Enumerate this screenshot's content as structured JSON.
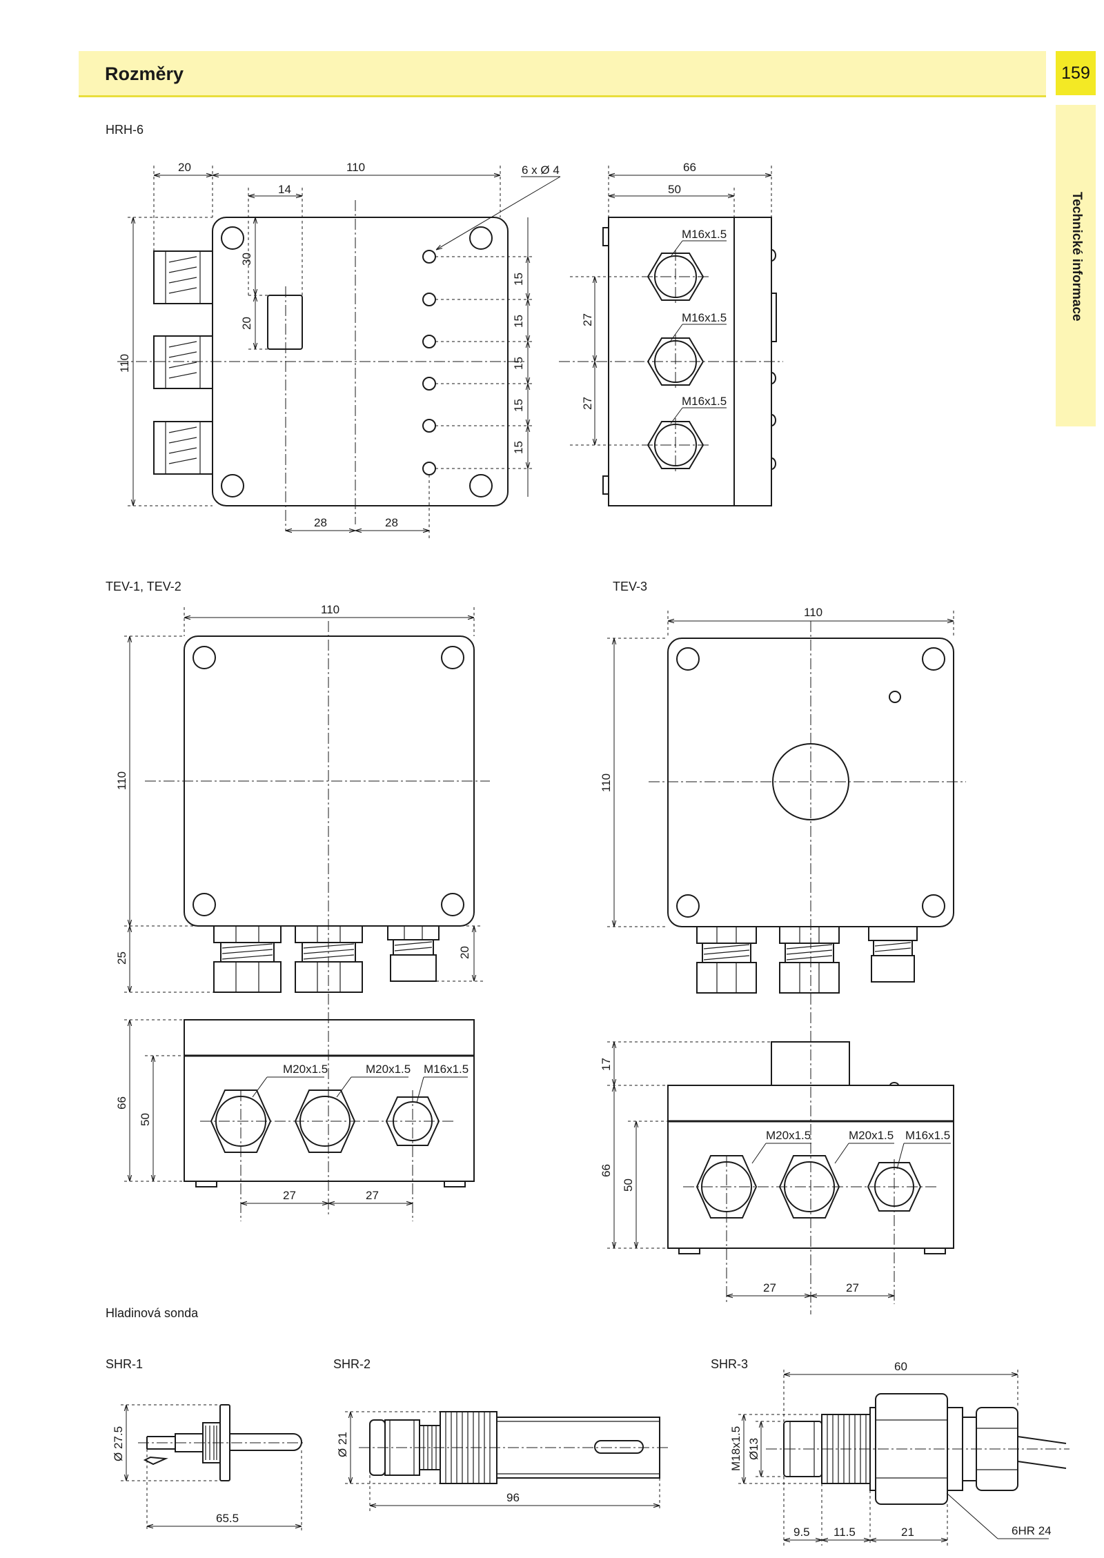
{
  "header": {
    "title": "Rozměry",
    "page_number": "159"
  },
  "side_tab": {
    "label": "Technické informace"
  },
  "sections": {
    "hrh6": "HRH-6",
    "tev12": "TEV-1, TEV-2",
    "tev3": "TEV-3",
    "level_probe": "Hladinová sonda",
    "shr1": "SHR-1",
    "shr2": "SHR-2",
    "shr3": "SHR-3"
  },
  "dimensions": {
    "hrh6": {
      "w20": "20",
      "w110": "110",
      "w14": "14",
      "holes": "6 x Ø 4",
      "h30": "30",
      "h20": "20",
      "h110": "110",
      "p15a": "15",
      "p15b": "15",
      "p15c": "15",
      "p15d": "15",
      "p15e": "15",
      "b28a": "28",
      "b28b": "28",
      "s66": "66",
      "s50": "50",
      "m1": "M16x1.5",
      "m2": "M16x1.5",
      "m3": "M16x1.5",
      "s27a": "27",
      "s27b": "27"
    },
    "tev12": {
      "w110": "110",
      "h110": "110",
      "h25": "25",
      "h20": "20",
      "s66": "66",
      "s50": "50",
      "m1": "M20x1.5",
      "m2": "M20x1.5",
      "m3": "M16x1.5",
      "b27a": "27",
      "b27b": "27"
    },
    "tev3": {
      "w110": "110",
      "h110": "110",
      "h17": "17",
      "s66": "66",
      "s50": "50",
      "m1": "M20x1.5",
      "m2": "M20x1.5",
      "m3": "M16x1.5",
      "b27a": "27",
      "b27b": "27"
    },
    "shr1": {
      "dia": "Ø 27.5",
      "len": "65.5"
    },
    "shr2": {
      "dia": "Ø 21",
      "len": "96"
    },
    "shr3": {
      "len60": "60",
      "thread": "M18x1.5",
      "dia13": "Ø13",
      "a": "9.5",
      "b": "11.5",
      "c": "21",
      "hex": "6HR 24"
    }
  }
}
